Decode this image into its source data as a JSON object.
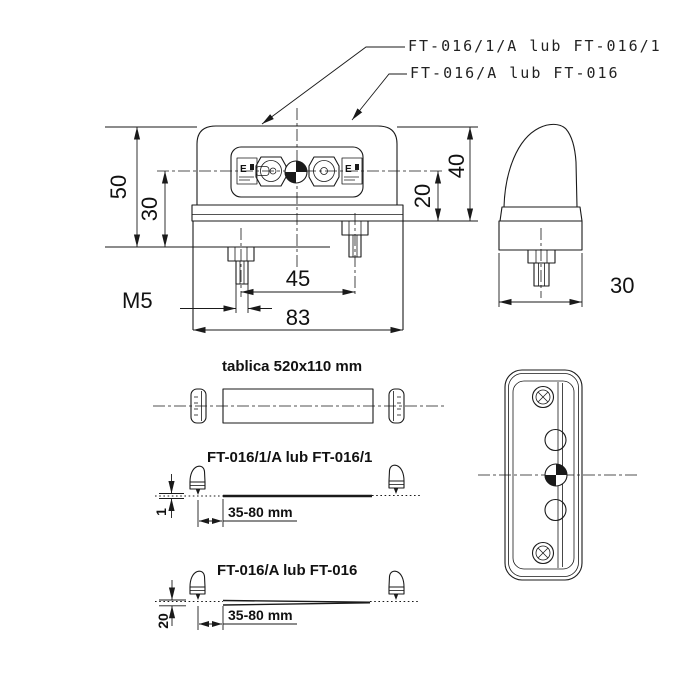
{
  "colors": {
    "line": "#1a1a1a",
    "background": "#ffffff"
  },
  "labels": {
    "variant1": "FT-016/1/A lub FT-016/1",
    "variant2": "FT-016/A lub FT-016"
  },
  "front_view": {
    "dim_total_height": "50",
    "dim_center_to_bottom": "30",
    "dim_top_to_flange": "40",
    "dim_center_to_flange": "20",
    "dim_stud_spacing": "45",
    "dim_overall_width": "83",
    "stud_thread": "M5",
    "approval_mark_left": "E",
    "approval_mark_right": "E"
  },
  "side_view": {
    "dim_depth": "30"
  },
  "plate_view": {
    "title": "tablica 520x110 mm"
  },
  "mount_thin_plate": {
    "title": "FT-016/1/A lub FT-016/1",
    "dim_plate_thickness": "1",
    "dim_edge_distance": "35-80 mm"
  },
  "mount_thick_plate": {
    "title": "FT-016/A lub FT-016",
    "dim_plate_thickness": "20",
    "dim_edge_distance": "35-80 mm"
  }
}
